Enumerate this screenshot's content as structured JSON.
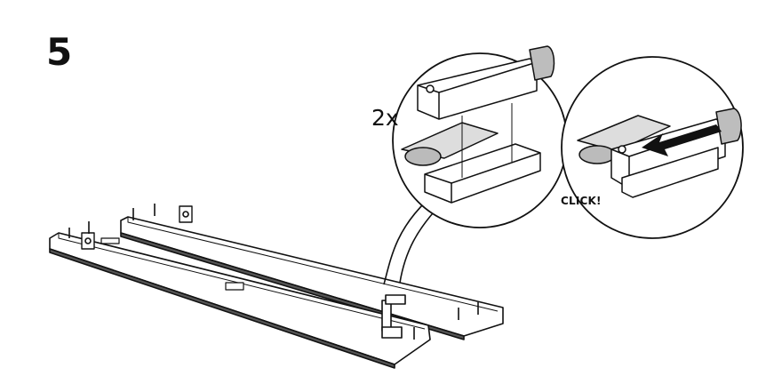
{
  "step": {
    "number": "5"
  },
  "detail": {
    "quantity": "2x"
  },
  "click_detail": {
    "label": "CLICK!"
  },
  "icons": {
    "rails": "long-rail-pair-icon",
    "connector": "rail-connector-icon",
    "arrow": "push-arrow-icon"
  },
  "colors": {
    "line": "#111111",
    "fill": "#ffffff",
    "shade": "#bdbdbd"
  }
}
